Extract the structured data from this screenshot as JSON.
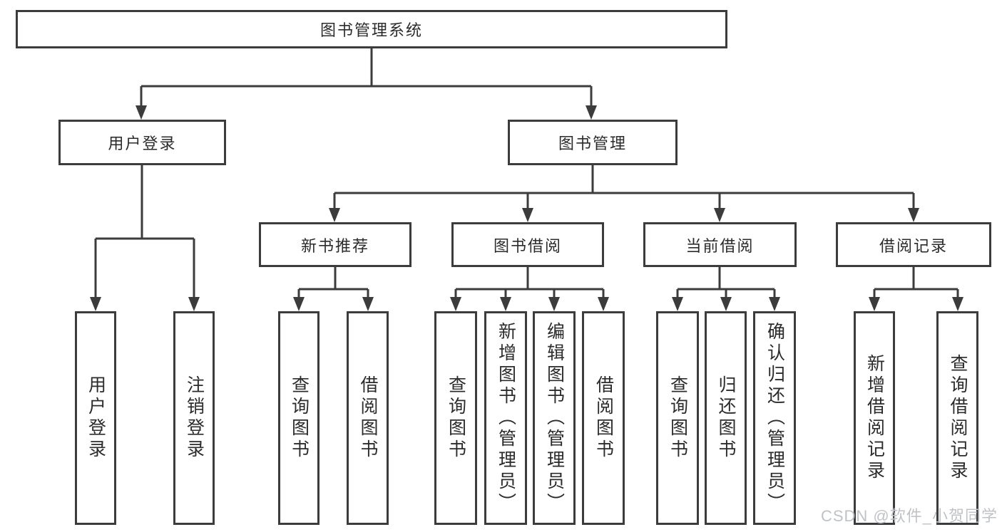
{
  "colors": {
    "line": "#3c3c3c",
    "box_border": "#3c3c3c",
    "text": "#2b2b2b",
    "watermark": "#bfc3c7",
    "background": "#ffffff"
  },
  "watermark": "CSDN @软件_小贺同学",
  "tree": {
    "label": "图书管理系统",
    "children": [
      {
        "label": "用户登录",
        "children": [
          {
            "label": "用户登录"
          },
          {
            "label": "注销登录"
          }
        ]
      },
      {
        "label": "图书管理",
        "children": [
          {
            "label": "新书推荐",
            "children": [
              {
                "label": "查询图书"
              },
              {
                "label": "借阅图书"
              }
            ]
          },
          {
            "label": "图书借阅",
            "children": [
              {
                "label": "查询图书"
              },
              {
                "label": "新增图书（管理员）"
              },
              {
                "label": "编辑图书（管理员）"
              },
              {
                "label": "借阅图书"
              }
            ]
          },
          {
            "label": "当前借阅",
            "children": [
              {
                "label": "查询图书"
              },
              {
                "label": "归还图书"
              },
              {
                "label": "确认归还（管理员）"
              }
            ]
          },
          {
            "label": "借阅记录",
            "children": [
              {
                "label": "新增借阅记录"
              },
              {
                "label": "查询借阅记录"
              }
            ]
          }
        ]
      }
    ]
  }
}
